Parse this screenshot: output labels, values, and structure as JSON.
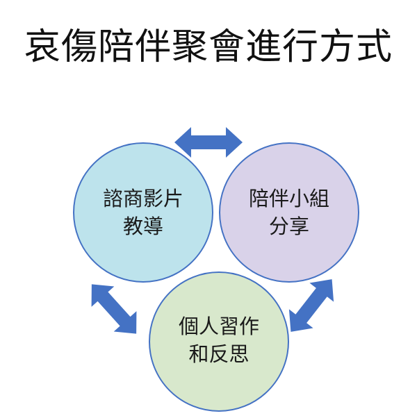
{
  "title": "哀傷陪伴聚會進行方式",
  "colors": {
    "arrow": "#4472C4",
    "circle_stroke": "#4472C4",
    "circle_1_fill": "#BDE3EC",
    "circle_2_fill": "#D9D2E9",
    "circle_3_fill": "#D8E8CC"
  },
  "nodes": [
    {
      "id": "movie",
      "lines": [
        "諮商影片",
        "教導"
      ]
    },
    {
      "id": "group",
      "lines": [
        "陪伴小組",
        "分享"
      ]
    },
    {
      "id": "reflect",
      "lines": [
        "個人習作",
        "和反思"
      ]
    }
  ]
}
